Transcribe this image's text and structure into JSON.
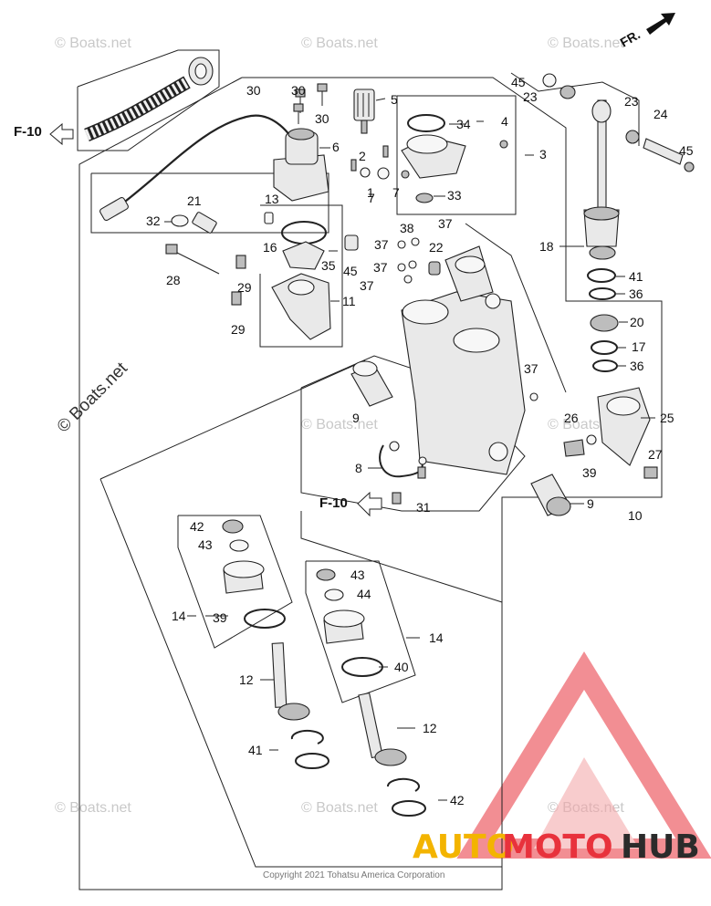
{
  "watermark": "© Boats.net",
  "copyright": "Copyright 2021 Tohatsu America Corporation",
  "front_marker": "FR.",
  "figure_refs": [
    "F-10",
    "F-10"
  ],
  "logo": {
    "left": "AUTO",
    "middle": "MOTO",
    "right": "HUB",
    "color_left": "#f3b400",
    "color_middle": "#e8323c",
    "color_right": "#2b2b2b"
  },
  "callouts": [
    "1",
    "2",
    "3",
    "4",
    "5",
    "6",
    "7",
    "7",
    "8",
    "9",
    "9",
    "10",
    "11",
    "12",
    "12",
    "13",
    "14",
    "14",
    "16",
    "17",
    "18",
    "20",
    "21",
    "22",
    "23",
    "23",
    "24",
    "25",
    "26",
    "27",
    "28",
    "29",
    "29",
    "30",
    "30",
    "30",
    "31",
    "32",
    "33",
    "34",
    "35",
    "36",
    "36",
    "37",
    "37",
    "37",
    "37",
    "37",
    "38",
    "39",
    "39",
    "40",
    "41",
    "41",
    "42",
    "42",
    "43",
    "43",
    "44",
    "45",
    "45"
  ]
}
